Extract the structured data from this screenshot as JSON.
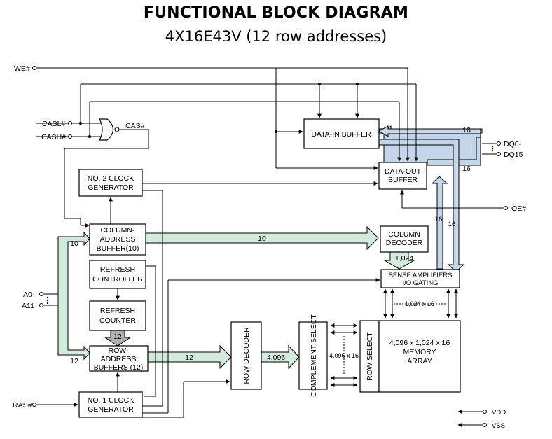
{
  "title": "FUNCTIONAL BLOCK DIAGRAM",
  "subtitle": "4X16E43V (12 row addresses)",
  "pins": {
    "we": "WE#",
    "casl": "CASL#",
    "cash": "CASH#",
    "cas_out": "CAS#",
    "a0": "A0-",
    "a11": "A11",
    "ras": "RAS#",
    "dq0": "DQ0-",
    "dq15": "DQ15",
    "oe": "OE#",
    "vdd": "VDD",
    "vss": "VSS"
  },
  "blocks": {
    "data_in": "DATA-IN BUFFER",
    "data_out_1": "DATA-OUT",
    "data_out_2": "BUFFER",
    "clk2_1": "NO. 2 CLOCK",
    "clk2_2": "GENERATOR",
    "col_addr_1": "COLUMN-",
    "col_addr_2": "ADDRESS",
    "col_addr_3": "BUFFER(10)",
    "col_dec_1": "COLUMN",
    "col_dec_2": "DECODER",
    "refresh_ctrl_1": "REFRESH",
    "refresh_ctrl_2": "CONTROLLER",
    "refresh_cnt_1": "REFRESH",
    "refresh_cnt_2": "COUNTER",
    "row_addr_1": "ROW-",
    "row_addr_2": "ADDRESS",
    "row_addr_3": "BUFFERS (12)",
    "row_dec": "ROW DECODER",
    "complement": "COMPLEMENT SELECT",
    "row_select": "ROW SELECT",
    "sense_1": "SENSE AMPLIFIERS",
    "sense_2": "I/O GATING",
    "memory_1": "4,096 x 1,024 x 16",
    "memory_2": "MEMORY",
    "memory_3": "ARRAY",
    "clk1_1": "NO. 1 CLOCK",
    "clk1_2": "GENERATOR"
  },
  "bus_labels": {
    "dq_in": "16",
    "dq_out": "16",
    "sense_left": "16",
    "sense_right": "16",
    "col_bus": "10",
    "col_bus_left": "10",
    "col_dec_out": "1,024",
    "refresh_count": "12",
    "row_bus": "12",
    "row_bus_left": "12",
    "row_dec_out": "4,096",
    "io_width": "1,024 x 16",
    "comp_width": "4,096 x 16"
  },
  "colors": {
    "green_bus": "#d3ebdc",
    "blue_bus": "#c5d5ea",
    "gray_bus": "#b0b0b0",
    "line": "#000000"
  }
}
